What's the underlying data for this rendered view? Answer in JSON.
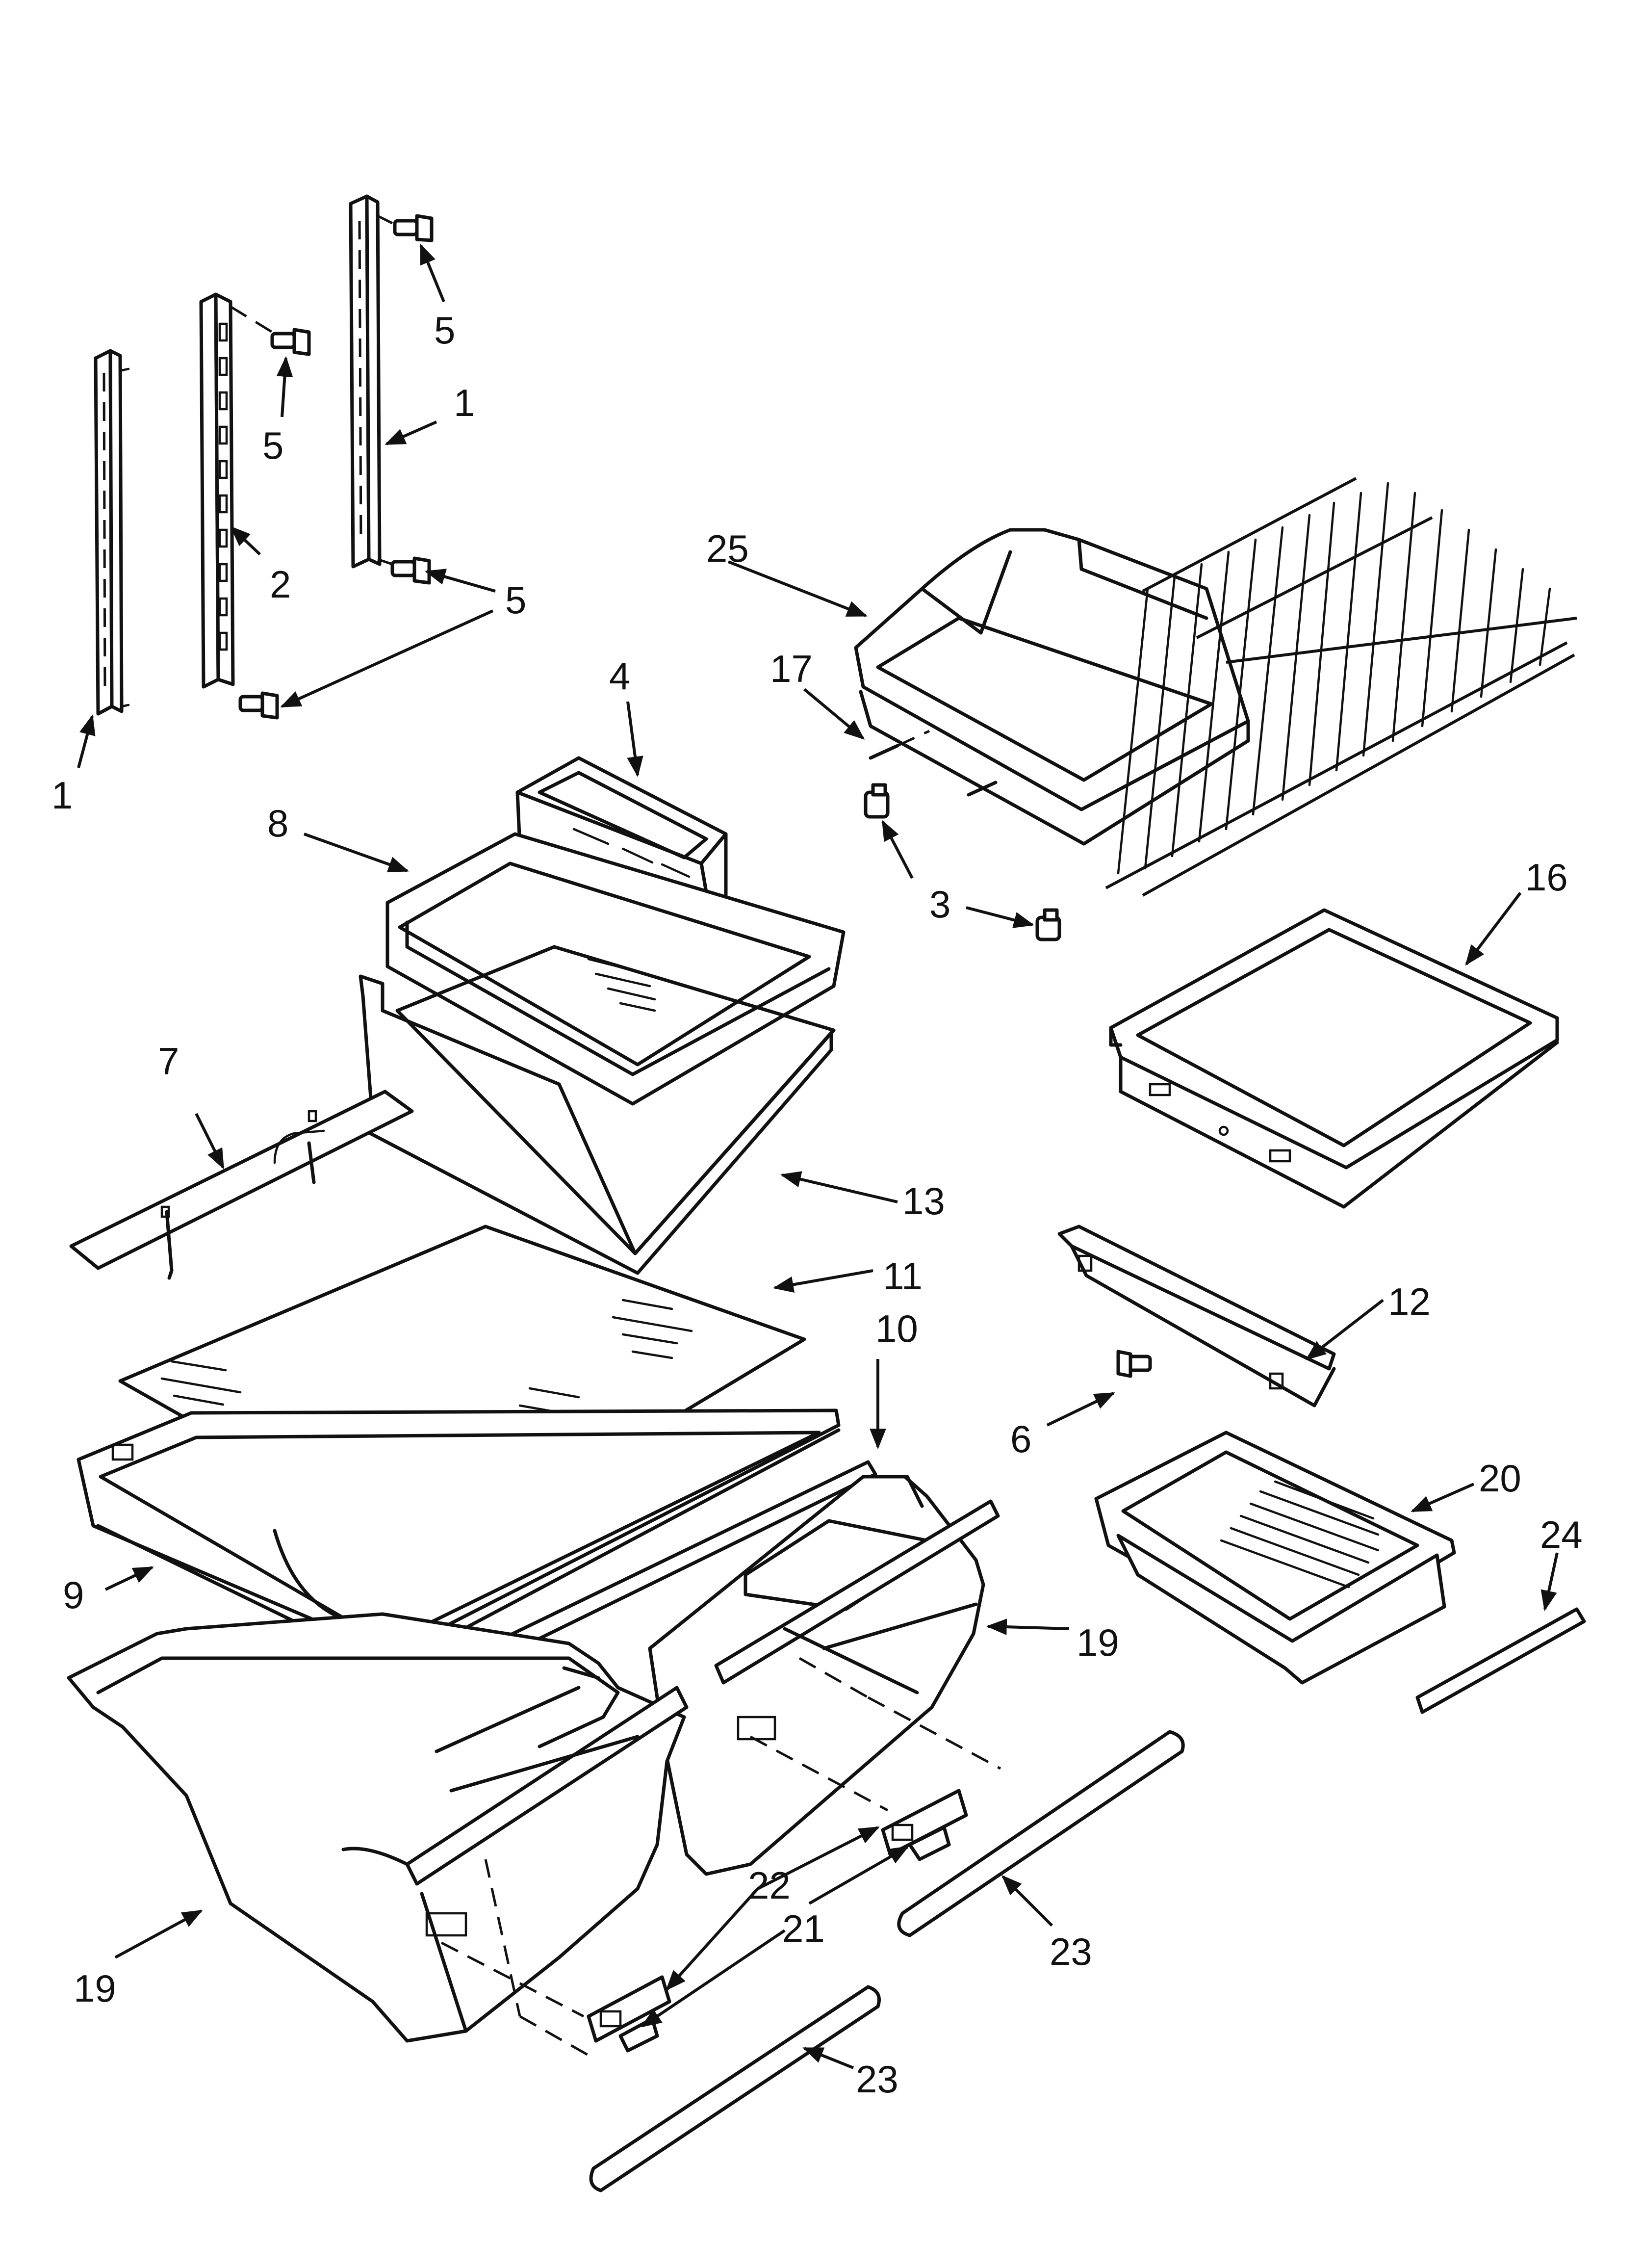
{
  "callouts": {
    "c1a": "1",
    "c1b": "1",
    "c2": "2",
    "c3": "3",
    "c4": "4",
    "c5a": "5",
    "c5b": "5",
    "c5c": "5",
    "c6": "6",
    "c7": "7",
    "c8": "8",
    "c9": "9",
    "c10": "10",
    "c11": "11",
    "c12": "12",
    "c13": "13",
    "c16": "16",
    "c17": "17",
    "c19a": "19",
    "c19b": "19",
    "c20": "20",
    "c21": "21",
    "c22": "22",
    "c23a": "23",
    "c23b": "23",
    "c24": "24",
    "c25": "25"
  },
  "colors": {
    "ink": "#111111",
    "paper": "#ffffff"
  }
}
